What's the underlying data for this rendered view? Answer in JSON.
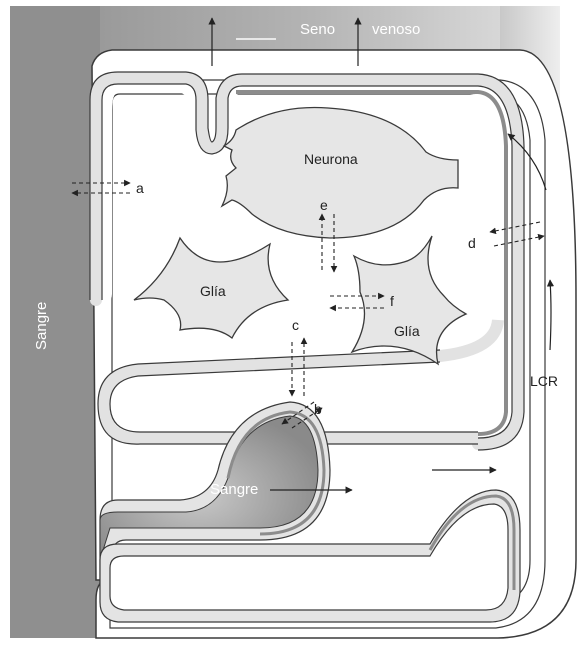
{
  "labels": {
    "seno": "Seno",
    "venoso": "venoso",
    "sangre_left": "Sangre",
    "sangre_center": "Sangre",
    "neurona": "Neurona",
    "glia_left": "Glía",
    "glia_right": "Glía",
    "lcr": "LCR",
    "a": "a",
    "b": "b",
    "c": "c",
    "d": "d",
    "e": "e",
    "f": "f"
  },
  "colors": {
    "blood_dark": "#8f8f8f",
    "blood_gradient_light": "#d4d4d4",
    "membrane_light": "#e4e4e4",
    "membrane_dark": "#8c8c8c",
    "cell_fill": "#e6e6e6",
    "outline": "#3a3a3a",
    "background": "#ffffff"
  }
}
